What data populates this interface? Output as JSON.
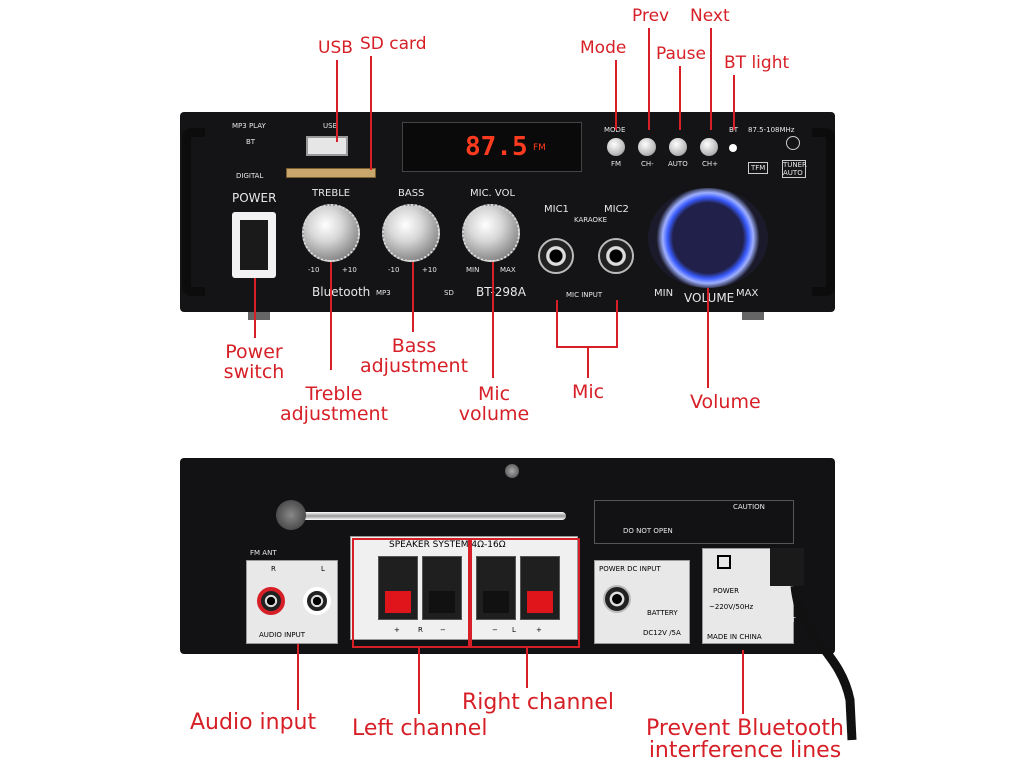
{
  "front_callouts": {
    "usb": "USB",
    "sd_card": "SD card",
    "mode": "Mode",
    "prev": "Prev",
    "pause": "Pause",
    "next": "Next",
    "bt_light": "BT light",
    "power_switch_line1": "Power",
    "power_switch_line2": "switch",
    "treble_line1": "Treble",
    "treble_line2": "adjustment",
    "bass_line1": "Bass",
    "bass_line2": "adjustment",
    "mic_vol_line1": "Mic",
    "mic_vol_line2": "volume",
    "mic": "Mic",
    "volume": "Volume"
  },
  "back_callouts": {
    "audio_input": "Audio input",
    "left_channel": "Left channel",
    "right_channel": "Right channel",
    "prevent_line1": "Prevent Bluetooth",
    "prevent_line2": "interference lines"
  },
  "front_panel": {
    "mp3_play": "MP3 PLAY",
    "bt": "BT",
    "digital": "DIGITAL",
    "usb": "USB",
    "power": "POWER",
    "display": "87.5",
    "display_unit": "FM",
    "treble": "TREBLE",
    "bass": "BASS",
    "mic_vol": "MIC. VOL",
    "treble_min": "-10",
    "treble_max": "+10",
    "bass_min": "-10",
    "bass_max": "+10",
    "micvol_min": "MIN",
    "micvol_max": "MAX",
    "mic1": "MIC1",
    "mic2": "MIC2",
    "karaoke": "KARAOKE",
    "mic_input": "MIC INPUT",
    "mode_btn": "MODE",
    "fm": "FM",
    "ch_minus": "CH-",
    "auto": "AUTO",
    "ch_plus": "CH+",
    "bt_btn": "BT",
    "band": "87.5-108MHz",
    "tfm": "TFM",
    "tuner_auto": "TUNER AUTO",
    "bluetooth": "Bluetooth",
    "mp3": "MP3",
    "sd": "SD",
    "model": "BT-298A",
    "vol_min": "MIN",
    "vol_max": "MAX",
    "volume": "VOLUME"
  },
  "back_panel": {
    "fm_ant": "FM ANT",
    "r": "R",
    "l": "L",
    "audio_input": "AUDIO INPUT",
    "speaker_system": "SPEAKER SYSTEM 4Ω-16Ω",
    "plus": "+",
    "minus": "−",
    "power_dc_input": "POWER DC INPUT",
    "battery": "BATTERY",
    "dc_spec": "DC12V /5A",
    "caution": "CAUTION",
    "do_not_open": "DO NOT OPEN",
    "power": "POWER",
    "ac_spec": "~220V/50Hz",
    "made_in": "MADE IN CHINA",
    "bt_ant": "BT ANT"
  },
  "colors": {
    "accent": "#d61f26",
    "panel": "#141416",
    "display_digits": "#ff3b1f",
    "volume_ring": "#3a5cff"
  }
}
